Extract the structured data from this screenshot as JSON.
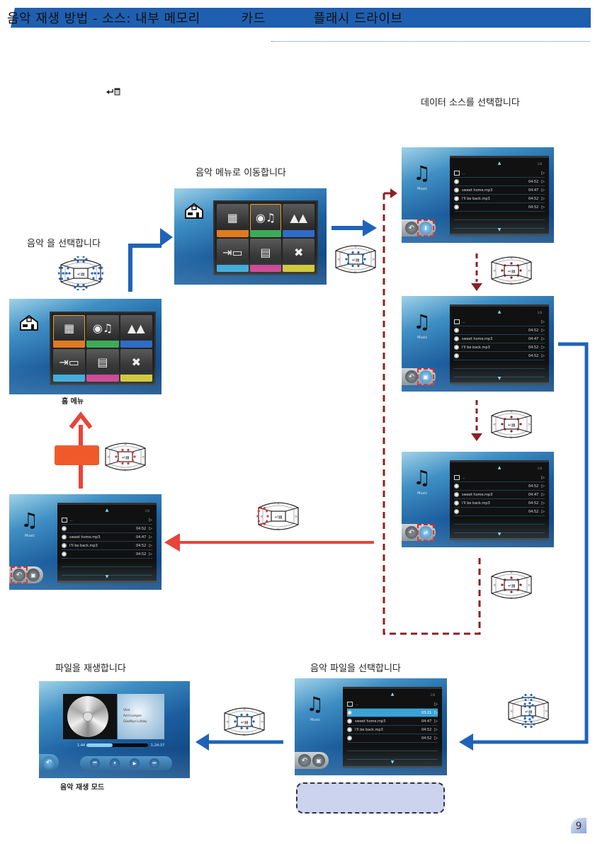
{
  "header": {
    "title_parts": [
      "음악 재생 방법 - 소스: 내부 메모리",
      "카드",
      "플래시 드라이브"
    ]
  },
  "intro": {
    "enter_icon": "enter-key-icon"
  },
  "steps": {
    "select_music": "음악  을 선택합니다",
    "go_music_menu": "음악   메뉴로 이동합니다",
    "select_data_source": "데이터 소스를 선택합니다",
    "play_file": "파일을 재생합니다",
    "select_music_file": "음악 파일을 선택합니다"
  },
  "labels": {
    "home_menu": "홈 메뉴",
    "music_play_mode": "음악 재생 모드"
  },
  "home_menu": {
    "tiles": [
      {
        "icon": "film-icon",
        "glyph": "🎞",
        "color": "#e07b20"
      },
      {
        "icon": "music-disc-icon",
        "glyph": "💿",
        "color": "#3daa58"
      },
      {
        "icon": "photo-icon",
        "glyph": "🏔",
        "color": "#2f6cc8"
      },
      {
        "icon": "input-source-icon",
        "glyph": "⇥",
        "color": "#3ba8d8"
      },
      {
        "icon": "document-icon",
        "glyph": "📄",
        "color": "#d43c8c"
      },
      {
        "icon": "settings-tools-icon",
        "glyph": "🧰",
        "color": "#d8c82a"
      }
    ]
  },
  "music_list": {
    "app_label": "Music",
    "page": "1/8",
    "rows": [
      {
        "type": "folder",
        "name": "..",
        "time": ""
      },
      {
        "type": "song",
        "name": "",
        "time": "04:52"
      },
      {
        "type": "song",
        "name": "sweet home.mp3",
        "time": "04:47"
      },
      {
        "type": "song",
        "name": "I'll be back.mp3",
        "time": "04:52"
      },
      {
        "type": "song",
        "name": "",
        "time": "04:52"
      }
    ],
    "selected_row": {
      "type": "song",
      "name": "",
      "time": "03:21"
    }
  },
  "player": {
    "tags": [
      "Vhat",
      "Avril Lavigne",
      "Goodbye Lullaby"
    ],
    "elapsed": "1:44",
    "total": "1:24:37",
    "progress": 0.42
  },
  "colors": {
    "banner": "#1f5fb0",
    "flow_blue": "#1f63b8",
    "flow_red": "#e8443a",
    "flow_dashed": "#8e1f25",
    "highlight_blue": "#1f63b8",
    "highlight_red": "#e53b3b",
    "note_box": "#ccd3ef",
    "orange_box": "#f05a2b"
  },
  "page_number": "9"
}
